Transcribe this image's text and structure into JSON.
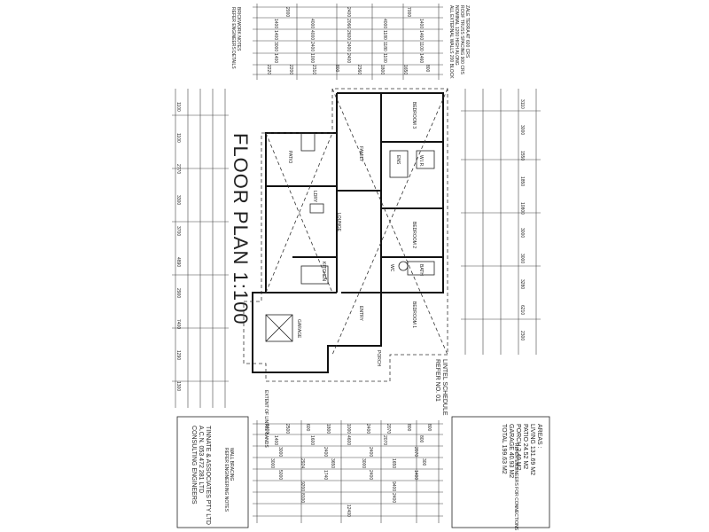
{
  "plan": {
    "title": "FLOOR PLAN 1:100",
    "lintel_schedule": [
      "LINTEL SCHEDULE",
      "REFER NO. 01"
    ],
    "extent_note": "EXTENT OF LINTEL BANDS",
    "rooms": {
      "bed1": "BEDROOM 1",
      "bed2": "BEDROOM 2",
      "bed3": "BEDROOM 3",
      "lounge": "LOUNGE",
      "kitchen": "KITCHEN",
      "family": "FAMILY",
      "garage": "GARAGE",
      "porch": "PORCH",
      "entry": "ENTRY",
      "patio": "PATIO",
      "ens": "ENS",
      "bath": "BATH",
      "ldry": "LDRY",
      "wc": "WC",
      "wir": "W.I.R."
    }
  },
  "engineers": {
    "name": "TINNATE & ASSOCIATES PTY LTD",
    "acn": "A.C.N. 053 472 281 LTD",
    "role": "CONSULTING ENGINEERS"
  },
  "areas": {
    "heading": "AREAS :",
    "rows": [
      {
        "label": "LIVING",
        "value": "131.69 M2"
      },
      {
        "label": "PATIO",
        "value": "24.52 M2"
      },
      {
        "label": "PORCH",
        "value": "2.49 M2"
      },
      {
        "label": "GARAGE",
        "value": "40.93 M2"
      },
      {
        "label": "TOTAL",
        "value": "199.63 M2"
      }
    ]
  },
  "dimensions": {
    "top_row1": [
      "2000",
      "2400",
      "7000"
    ],
    "top_row2": [
      "1400",
      "4000",
      "2066",
      "4000",
      "1400"
    ],
    "top_row3": [
      "1400",
      "4000",
      "2600",
      "1180",
      "1460"
    ],
    "top_row4": [
      "3000",
      "2400",
      "2400",
      "1180",
      "1100"
    ],
    "top_row5": [
      "1400",
      "1000",
      "2400",
      "1100",
      "1460"
    ],
    "top_row6": [
      "2220",
      "2200",
      "2310",
      "800",
      "2360",
      "1800",
      "1650",
      "800"
    ],
    "bottom_row1": [
      "1400",
      "2500",
      "600",
      "1800",
      "1000",
      "2400",
      "2070",
      "800",
      "800"
    ],
    "bottom_row2": [
      "1400",
      "1600",
      "4600",
      "2070",
      "800"
    ],
    "bottom_row3": [
      "3000",
      "2400",
      "2400",
      "2070"
    ],
    "bottom_row4": [
      "3000",
      "2924",
      "3650",
      "3000",
      "1650",
      "300"
    ],
    "bottom_row5": [
      "5000",
      "1740",
      "2400",
      "1400"
    ],
    "bottom_row6": [
      "9200",
      "9400"
    ],
    "bottom_row7": [
      "8100",
      "2400"
    ],
    "bottom_row8": [
      "12400"
    ],
    "left_dims": [
      "1100",
      "1100",
      "2770",
      "3300",
      "3700",
      "4890",
      "2900",
      "7400",
      "1290",
      "1300"
    ],
    "right_dims": [
      "3110",
      "3000",
      "1550",
      "1850",
      "10800",
      "3000",
      "3000",
      "3280",
      "6210",
      "2300"
    ]
  },
  "notes": {
    "top_right": [
      "ZALE TERRA AT 600 CRS",
      "ROOF TRUSS SPACING 900 CRS",
      "NOMINAL 1200 HIGH ALONG",
      "ALL EXTERNAL WALLS 200 BLOCK"
    ],
    "left": [
      "BRICKWORK NOTES",
      "REFER ENGINEERS DETAILS"
    ],
    "bottom_left": [
      "WALL BRACING",
      "REFER ENGINEERING NOTES"
    ],
    "bottom_right": [
      "REFER ENGINEERS FOR CONNECTIONS"
    ]
  }
}
